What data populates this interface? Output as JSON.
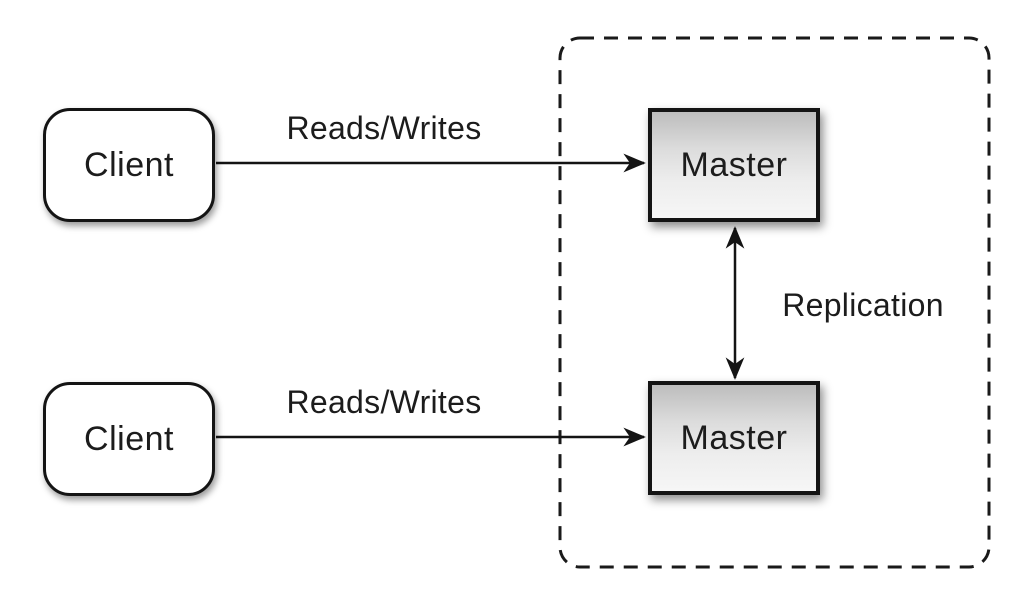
{
  "diagram": {
    "type": "architecture-diagram",
    "topic": "master-master replication",
    "nodes": {
      "client_top": {
        "label": "Client",
        "shape": "rounded-rect",
        "fill": "#ffffff"
      },
      "client_bottom": {
        "label": "Client",
        "shape": "rounded-rect",
        "fill": "#ffffff"
      },
      "master_top": {
        "label": "Master",
        "shape": "rect",
        "fill": "gradient-gray"
      },
      "master_bottom": {
        "label": "Master",
        "shape": "rect",
        "fill": "gradient-gray"
      }
    },
    "edges": {
      "reads_writes_top": {
        "label": "Reads/Writes",
        "from": "client_top",
        "to": "master_top",
        "arrow": "single"
      },
      "reads_writes_bottom": {
        "label": "Reads/Writes",
        "from": "client_bottom",
        "to": "master_bottom",
        "arrow": "single"
      },
      "replication": {
        "label": "Replication",
        "from": "master_top",
        "to": "master_bottom",
        "arrow": "double"
      }
    },
    "groups": {
      "master_cluster": {
        "style": "dashed-rounded-rect",
        "contains": [
          "master_top",
          "master_bottom"
        ]
      }
    },
    "colors": {
      "background": "#ffffff",
      "stroke": "#1a1a1a",
      "text": "#1c1c1c",
      "master_gradient_top": "#bdbdbd",
      "master_gradient_bottom": "#f6f6f6"
    }
  }
}
